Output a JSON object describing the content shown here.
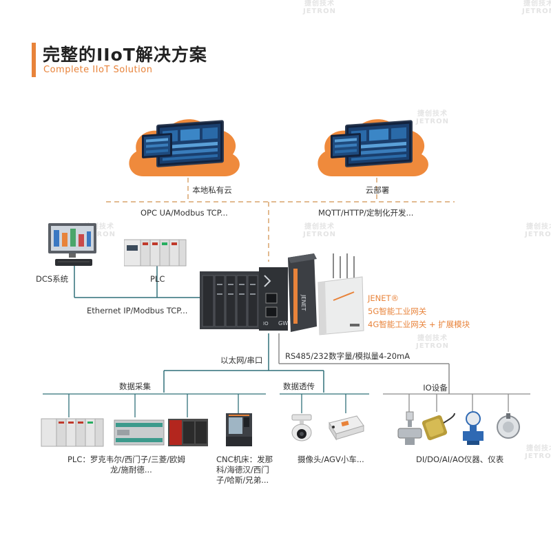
{
  "header": {
    "title_cn": "完整的IIoT解决方案",
    "title_en": "Complete IIoT Solution"
  },
  "watermark": {
    "cn": "捷创技术",
    "en": "JETRON"
  },
  "clouds": {
    "private_label": "本地私有云",
    "public_label": "云部署"
  },
  "protocols": {
    "opc": "OPC UA/Modbus TCP...",
    "mqtt": "MQTT/HTTP/定制化开发...",
    "ethernet": "Ethernet IP/Modbus TCP...",
    "ethernet_serial": "以太网/串口",
    "rs485": "RS485/232数字量/模拟量4-20mA"
  },
  "devices": {
    "dcs": "DCS系统",
    "plc": "PLC"
  },
  "gateway": {
    "brand": "JENET®",
    "line1": "5G智能工业网关",
    "line2": "4G智能工业网关 + 扩展模块",
    "label_io": "IO",
    "label_gw": "GW",
    "label_jenet": "JENET"
  },
  "groups": {
    "collect": "数据采集",
    "transparent": "数据透传",
    "io": "IO设备"
  },
  "bottom": {
    "plc_line1": "PLC：罗克韦尔/西门子/三菱/欧姆",
    "plc_line2": "龙/施耐德...",
    "cnc_line1": "CNC机床：发那",
    "cnc_line2": "科/海德汉/西门",
    "cnc_line3": "子/哈斯/兄弟...",
    "camera": "摄像头/AGV小车...",
    "io": "DI/DO/AI/AO仪器、仪表"
  },
  "colors": {
    "accent": "#e8833a",
    "cloud": "#ef8a3c",
    "line_teal": "#2f6f78",
    "line_gray": "#8b8b8b",
    "dash": "#d9a36b"
  }
}
